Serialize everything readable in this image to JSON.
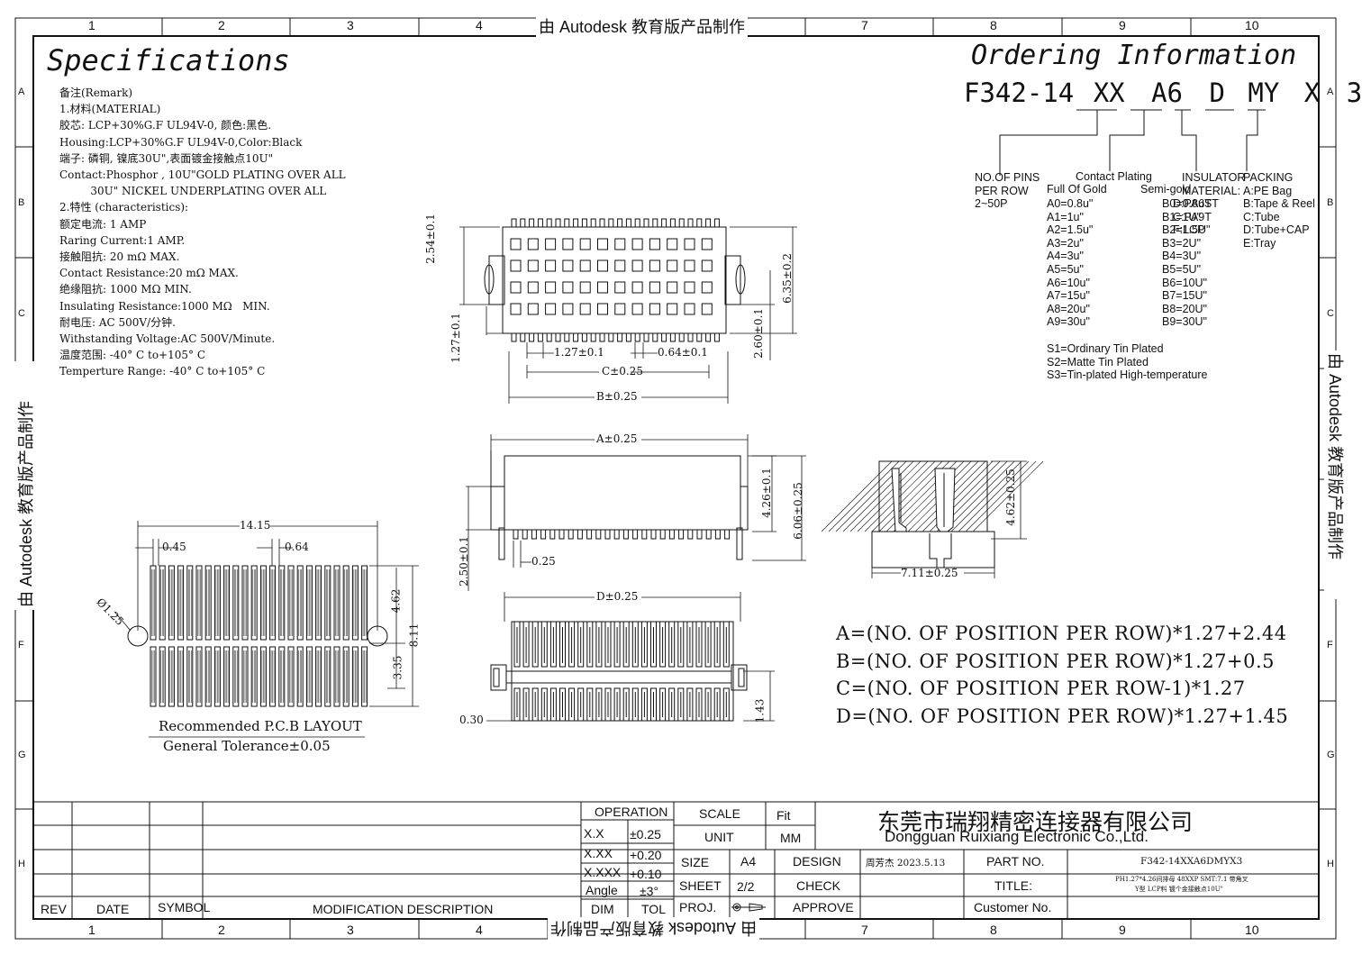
{
  "watermark": {
    "top": "由 Autodesk 教育版产品制作",
    "bottom": "由 Autodesk 教育版产品制作",
    "left": "由 Autodesk 教育版产品制作",
    "right": "由 Autodesk 教育版产品制作"
  },
  "ruler": {
    "numbers": [
      "1",
      "2",
      "3",
      "4",
      "5",
      "6",
      "7",
      "8",
      "9",
      "10"
    ],
    "top_numbers": [
      "1",
      "2",
      "3",
      "4",
      "",
      "",
      "7",
      "8",
      "9",
      "10"
    ],
    "letters": [
      "A",
      "B",
      "C",
      "D",
      "E",
      "F",
      "G",
      "H"
    ],
    "left_letters": [
      "A",
      "B",
      "C",
      "",
      "",
      "F",
      "G",
      "H"
    ],
    "right_letters": [
      "A",
      "B",
      "C",
      "",
      "",
      "F",
      "G",
      "H"
    ]
  },
  "specs": {
    "title": "Specifications",
    "lines": [
      "备注(Remark)",
      "1.材料(MATERIAL)",
      "胶芯: LCP+30%G.F UL94V-0, 颜色:黑色.",
      "Housing:LCP+30%G.F UL94V-0,Color:Black",
      "端子: 磷铜, 镍底30U\",表面镀金接触点10U\"",
      "Contact:Phosphor , 10U\"GOLD PLATING OVER ALL",
      "         30U\" NICKEL UNDERPLATING OVER ALL",
      "2.特性 (characteristics):",
      "额定电流: 1 AMP",
      "Raring Current:1 AMP.",
      "接触阻抗: 20 mΩ MAX.",
      "Contact Resistance:20 mΩ MAX.",
      "绝缘阻抗: 1000 MΩ MIN.",
      "Insulating Resistance:1000 MΩ   MIN.",
      "耐电压: AC 500V/分钟.",
      "Withstanding Voltage:AC 500V/Minute.",
      "温度范围: -40° C to+105° C",
      "Temperture Range: -40° C to+105° C"
    ]
  },
  "ordering": {
    "title": "Ordering Information",
    "code_parts": [
      "F342-14",
      "XX",
      "A6",
      "D",
      "MY",
      "X",
      "3"
    ],
    "col1": {
      "header": "NO.OF PINS",
      "lines": [
        "PER ROW",
        "2~50P"
      ]
    },
    "col2": {
      "header": "Contact Plating",
      "subheader_left": "Full Of Gold",
      "subheader_right": "Semi-gold",
      "left": [
        "A0=0.8u\"",
        "A1=1u\"",
        "A2=1.5u\"",
        "A3=2u\"",
        "A4=3u\"",
        "A5=5u\"",
        "A6=10u\"",
        "A7=15u\"",
        "A8=20u\"",
        "A9=30u\""
      ],
      "right": [
        "B0=0.8uST",
        "B1=1U\"",
        "B2=1.5U\"",
        "B3=2U\"",
        "B4=3U\"",
        "B5=5U\"",
        "B6=10U\"",
        "B7=15U\"",
        "B8=20U\"",
        "B9=30U\""
      ],
      "tin": [
        "S1=Ordinary Tin Plated",
        "S2=Matte Tin Plated",
        "S3=Tin-plated High-temperature"
      ]
    },
    "col3": {
      "header": "INSULATOR",
      "lines": [
        "MATERIAL:",
        "D:PA6T",
        "C:PA9T",
        "F:LCP"
      ]
    },
    "col4": {
      "header": "PACKING",
      "lines": [
        "A:PE Bag",
        "B:Tape & Reel",
        "C:Tube",
        "D:Tube+CAP",
        "E:Tray"
      ]
    }
  },
  "dims": {
    "top_view": {
      "h_254": "2.54±0.1",
      "h_127v": "1.27±0.1",
      "pitch": "1.27±0.1",
      "gap": "0.64±0.1",
      "c": "C±0.25",
      "b": "B±0.25",
      "h_635": "6.35±0.2",
      "h_260": "2.60±0.1"
    },
    "side_view": {
      "a": "A±0.25",
      "h_426": "4.26±0.1",
      "h_606": "6.06±0.25",
      "h_250": "2.50±0.1",
      "t_025": "0.25"
    },
    "bottom_view": {
      "d": "D±0.25",
      "w_030": "0.30",
      "h_143": "1.43"
    },
    "section_view": {
      "h_462": "4.62±0.25",
      "w_711": "7.11±0.25"
    },
    "pcb": {
      "w_1415": "14.15",
      "w_045": "0.45",
      "w_064": "0.64",
      "dia": "Ø1.25",
      "h_462": "4.62",
      "h_811": "8.11",
      "h_335": "3.35",
      "title": "Recommended P.C.B LAYOUT",
      "tolerance": "General Tolerance±0.05"
    }
  },
  "formulas": [
    "A=(NO. OF POSITION PER ROW)*1.27+2.44",
    "B=(NO. OF POSITION PER ROW)*1.27+0.5",
    "C=(NO. OF POSITION PER ROW-1)*1.27",
    "D=(NO. OF POSITION PER ROW)*1.27+1.45"
  ],
  "title_block": {
    "operation": "OPERATION",
    "xx": "X.X",
    "xx_tol": "±0.25",
    "xxx": "X.XX",
    "xxx_tol": "+0.20",
    "xxxx": "X.XXX",
    "xxxx_tol": "+0.10",
    "angle": "Angle",
    "angle_tol": "±3°",
    "dim": "DIM",
    "tol": "TOL",
    "scale": "SCALE",
    "scale_val": "Fit",
    "unit": "UNIT",
    "unit_val": "MM",
    "size": "SIZE",
    "size_val": "A4",
    "sheet": "SHEET",
    "sheet_val": "2/2",
    "proj": "PROJ.",
    "design": "DESIGN",
    "designer": "周芳杰 2023.5.13",
    "check": "CHECK",
    "approve": "APPROVE",
    "company_cn": "东莞市瑞翔精密连接器有限公司",
    "company_en": "Dongguan Ruixiang  Electronic Co.,Ltd.",
    "part_no": "PART NO.",
    "part_val": "F342-14XXA6DMYX3",
    "title": "TITLE:",
    "title_val1": "PH1.27*4.26间排母 48XXP SMT:7.1 带角叉",
    "title_val2": "Y型 LCP料 镀个金接触点10U\"",
    "customer": "Customer No.",
    "rev": "REV",
    "date": "DATE",
    "symbol": "SYMBOL",
    "mod": "MODIFICATION DESCRIPTION"
  }
}
